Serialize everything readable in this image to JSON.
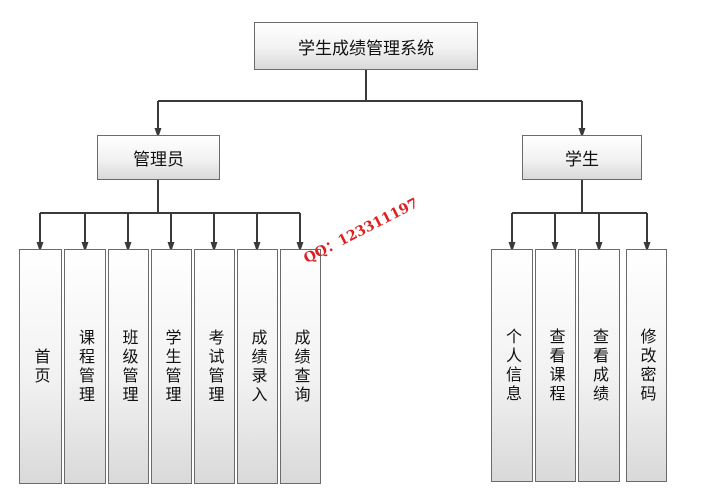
{
  "diagram": {
    "root": {
      "label": "学生成绩管理系统"
    },
    "branches": [
      {
        "label": "管理员",
        "children": [
          "首页",
          "课程管理",
          "班级管理",
          "学生管理",
          "考试管理",
          "成绩录入",
          "成绩查询"
        ]
      },
      {
        "label": "学生",
        "children": [
          "个人信息",
          "查看课程",
          "查看成绩",
          "修改密码"
        ]
      }
    ]
  },
  "watermark": {
    "text": "QQ：123311197"
  },
  "colors": {
    "line": "#3a3a3a",
    "box_border": "#6b6b6b",
    "watermark": "#e02020"
  }
}
